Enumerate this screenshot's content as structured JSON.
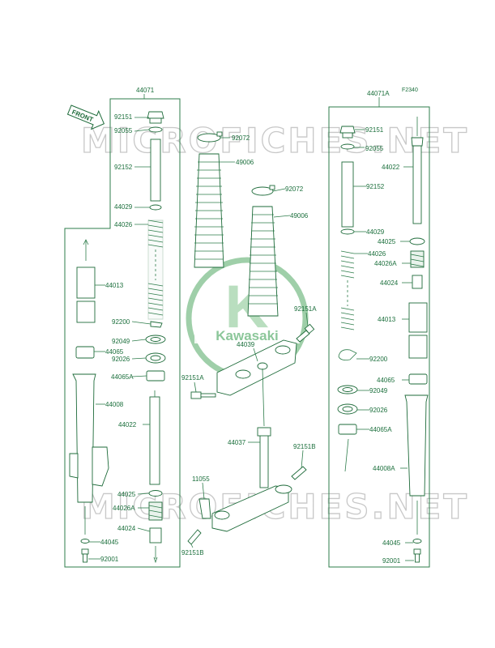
{
  "figure_code": "F2340",
  "front_tag": "FRONT",
  "watermark": "MICROFICHES.NET",
  "logo": {
    "letter": "K",
    "text": "Kawasaki"
  },
  "left_assembly": {
    "number": "44071",
    "labels": {
      "l92151": "92151",
      "l92055": "92055",
      "l92152": "92152",
      "l44029": "44029",
      "l44026": "44026",
      "l44013": "44013",
      "l92200": "92200",
      "l92049": "92049",
      "l44065": "44065",
      "l92026": "92026",
      "l44065a": "44065A",
      "l44008": "44008",
      "l44022": "44022",
      "l44025": "44025",
      "l44026a": "44026A",
      "l44024": "44024",
      "l44045": "44045",
      "l92001": "92001"
    }
  },
  "center": {
    "labels": {
      "l92072a": "92072",
      "l49006a": "49006",
      "l92072b": "92072",
      "l49006b": "49006",
      "l92151a_top": "92151A",
      "l44039": "44039",
      "l92151a_left": "92151A",
      "l44037": "44037",
      "l92151b_right": "92151B",
      "l11055": "11055",
      "l92151b_bottom": "92151B"
    }
  },
  "right_assembly": {
    "number": "44071A",
    "labels": {
      "r92151": "92151",
      "r92055": "92055",
      "r44022": "44022",
      "r92152": "92152",
      "r44029": "44029",
      "r44025": "44025",
      "r44026": "44026",
      "r44026a": "44026A",
      "r44024": "44024",
      "r44013": "44013",
      "r92200": "92200",
      "r44065": "44065",
      "r92049": "92049",
      "r92026": "92026",
      "r44065a": "44065A",
      "r44008a": "44008A",
      "r44045": "44045",
      "r92001": "92001"
    }
  }
}
